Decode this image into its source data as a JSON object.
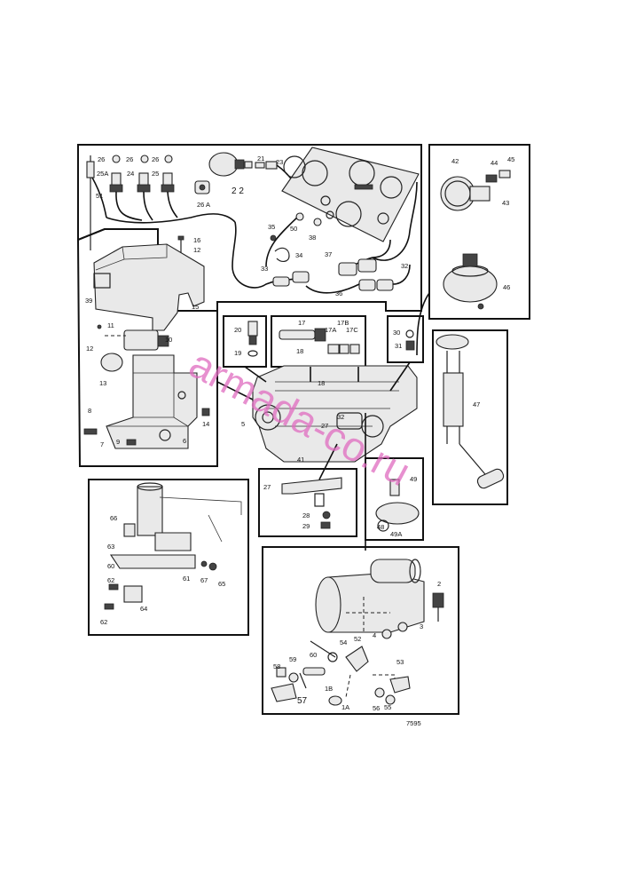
{
  "diagram_number": "7595",
  "watermark": "armada-co.ru",
  "callouts": {
    "p26a": "26",
    "p26b": "26",
    "p26c": "26",
    "p25A": "25A",
    "p24": "24",
    "p25": "25",
    "p21": "21",
    "p23": "23",
    "p22": "2 2",
    "p51": "51",
    "p26A": "26 A",
    "p35": "35",
    "p34": "34",
    "p50": "50",
    "p38": "38",
    "p33": "33",
    "p37": "37",
    "p32": "32",
    "p36": "36",
    "p16": "16",
    "p12a": "12",
    "p39": "39",
    "p15": "15",
    "p11": "11",
    "p12b": "12",
    "p10": "10",
    "p13": "13",
    "p8": "8",
    "p7": "7",
    "p9": "9",
    "p6": "6",
    "p14": "14",
    "p20": "20",
    "p19": "19",
    "p17": "17",
    "p17B": "17B",
    "p17A": "17A",
    "p17C": "17C",
    "p18a": "18",
    "p30": "30",
    "p31": "31",
    "p18b": "18",
    "p5": "5",
    "p27a": "27",
    "p32b": "32",
    "p41": "41",
    "p42": "42",
    "p44": "44",
    "p45": "45",
    "p43": "43",
    "p46": "46",
    "p47": "47",
    "p27b": "27",
    "p28": "28",
    "p29": "29",
    "p49": "49",
    "p48": "48",
    "p49A": "49A",
    "p66": "66",
    "p63": "63",
    "p60": "60",
    "p62a": "62",
    "p61": "61",
    "p67": "67",
    "p65": "65",
    "p64": "64",
    "p62b": "62",
    "p2": "2",
    "p3": "3",
    "p4": "4",
    "p54": "54",
    "p52": "52",
    "p53": "53",
    "p58": "58",
    "p59": "59",
    "p60b": "60",
    "p57": "57",
    "p1B": "1B",
    "p1A": "1A",
    "p56": "56",
    "p55": "55"
  }
}
